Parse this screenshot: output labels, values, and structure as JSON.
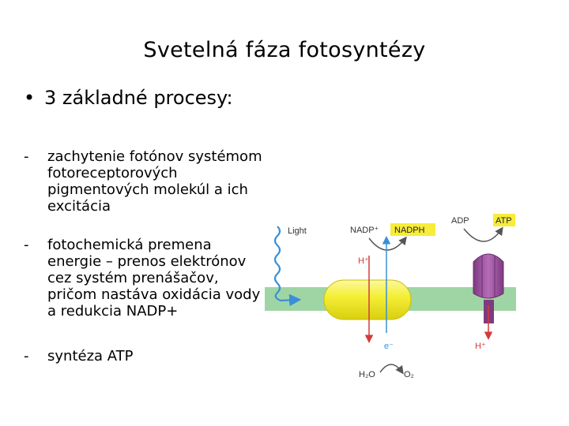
{
  "title": "Svetelná fáza fotosyntézy",
  "bullet": {
    "symbol": "•",
    "text": "3 základné procesy:"
  },
  "items": [
    {
      "dash": "-",
      "text": "zachytenie fotónov systémom\nfotoreceptorových\npigmentových molekúl a ich\nexcitácia"
    },
    {
      "dash": "-",
      "text": "fotochemická premena\nenergie – prenos elektrónov\ncez systém prenášačov,\npričom nastáva oxidácia vody\na redukcia NADP+"
    },
    {
      "dash": "-",
      "text": "syntéza ATP"
    }
  ],
  "diagram": {
    "light": "Light",
    "nadp": "NADP⁺",
    "nadph": "NADPH",
    "adp": "ADP",
    "atp": "ATP",
    "h_plus_left": "H⁺",
    "h_plus_right": "H⁺",
    "electron": "e⁻",
    "h2o": "H₂O",
    "o2": "O₂",
    "colors": {
      "membrane": "#9fd5a5",
      "photosystem": "#f5ef38",
      "atp_synthase": "#9c4f9d",
      "yellow_tag": "#f7ec3a",
      "red": "#d43a3a",
      "blue": "#3a8fd6"
    }
  }
}
